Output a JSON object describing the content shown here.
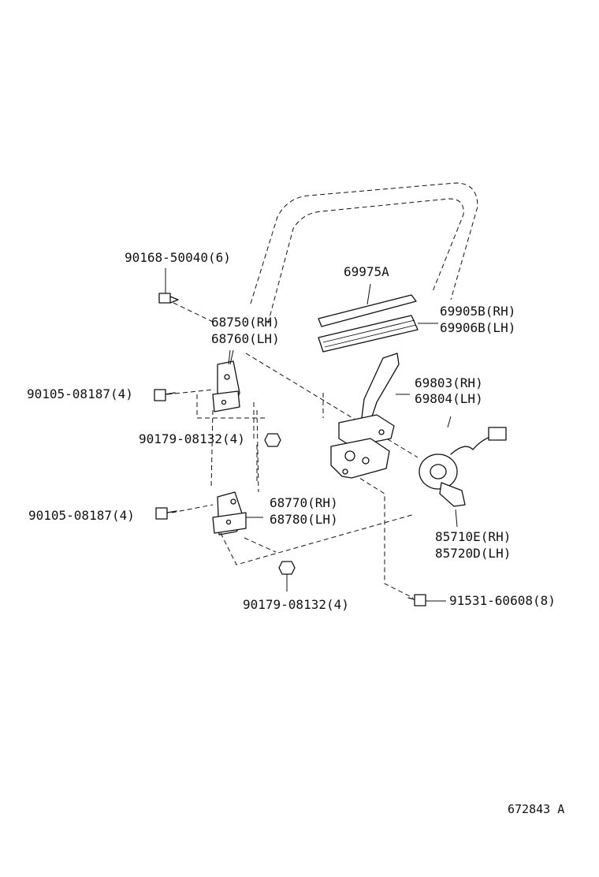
{
  "labels": {
    "bolt_top": "90168-50040(6)",
    "channel_a": "69975A",
    "channel_b_rh": "69905B(RH)",
    "channel_b_lh": "69906B(LH)",
    "hinge_upper_rh": "68750(RH)",
    "hinge_upper_lh": "68760(LH)",
    "bolt_upper": "90105-08187(4)",
    "regulator_rh": "69803(RH)",
    "regulator_lh": "69804(LH)",
    "nut_upper": "90179-08132(4)",
    "bolt_lower": "90105-08187(4)",
    "hinge_lower_rh": "68770(RH)",
    "hinge_lower_lh": "68780(LH)",
    "motor_rh": "85710E(RH)",
    "motor_lh": "85720D(LH)",
    "nut_lower": "90179-08132(4)",
    "bolt_regulator": "91531-60608(8)",
    "ref_number": "672843 A"
  }
}
